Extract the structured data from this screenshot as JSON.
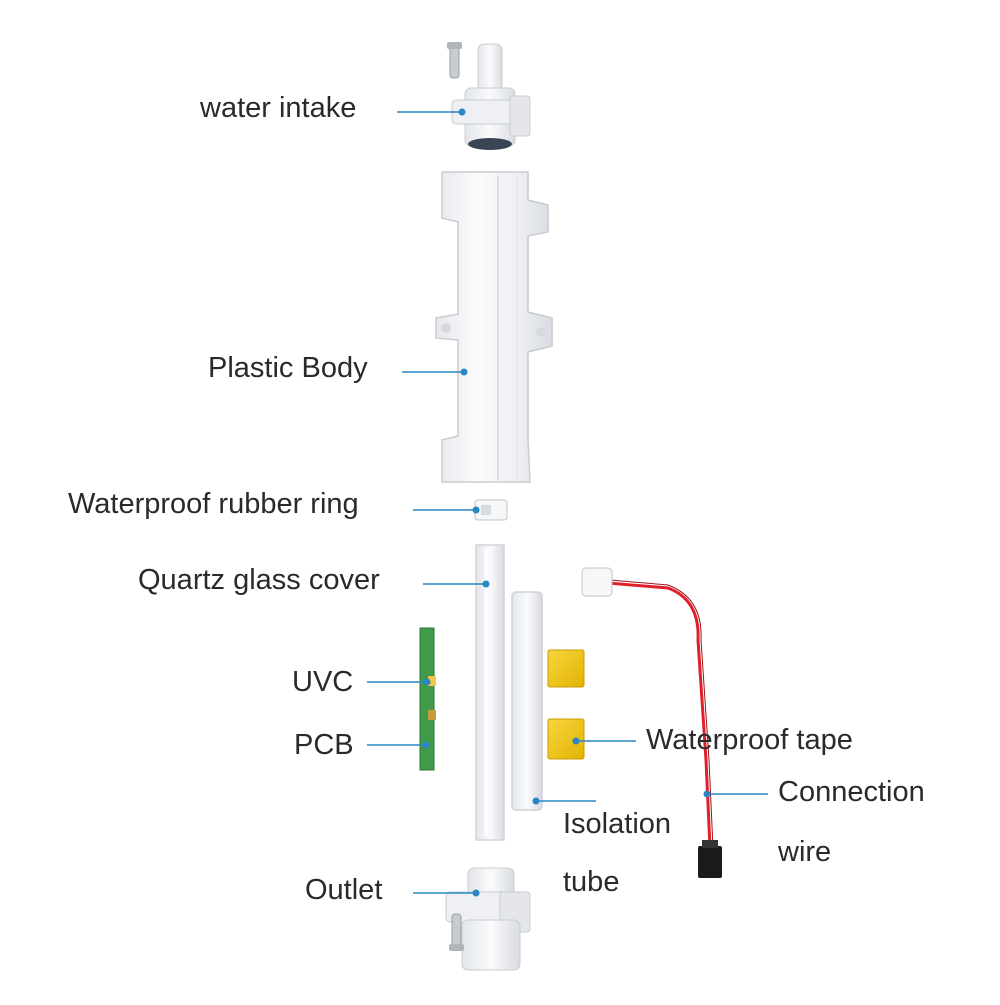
{
  "labels": {
    "water_intake": "water intake",
    "plastic_body": "Plastic Body",
    "rubber_ring": "Waterproof rubber ring",
    "quartz_cover": "Quartz glass cover",
    "uvc": "UVC",
    "pcb": "PCB",
    "outlet": "Outlet",
    "waterproof_tape": "Waterproof tape",
    "connection_wire_line1": "Connection",
    "connection_wire_line2": "wire",
    "isolation_tube_line1": "Isolation",
    "isolation_tube_line2": "tube"
  },
  "colors": {
    "leader_line": "#2b86c5",
    "part_white": "#f4f5f7",
    "part_edge": "#c9ccd2",
    "pcb_green": "#3f9a4a",
    "tape_yellow": "#f2c200",
    "wire_red": "#e0202a",
    "connector_black": "#1b1b1b"
  }
}
